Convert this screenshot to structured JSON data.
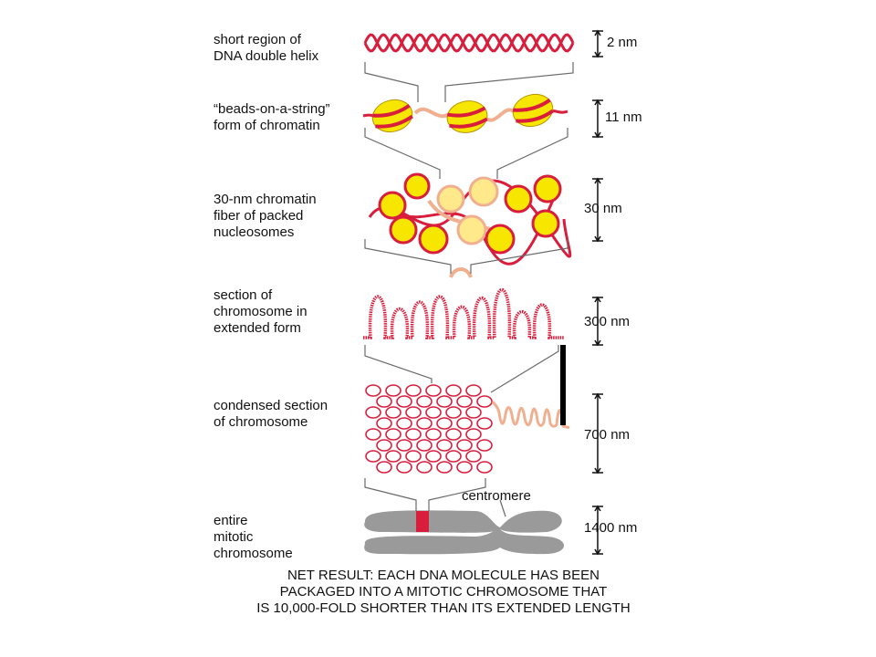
{
  "colors": {
    "dna": "#d81e3c",
    "dna_light": "#f0b090",
    "histone": "#f7e600",
    "histone_edge": "#b89400",
    "chromosome": "#9a9a9a",
    "bar": "#000000"
  },
  "stages": [
    {
      "label_lines": [
        "short region of",
        "DNA double helix"
      ],
      "scale": "2 nm"
    },
    {
      "label_lines": [
        "“beads-on-a-string”",
        "form of chromatin"
      ],
      "scale": "11 nm"
    },
    {
      "label_lines": [
        "30-nm chromatin",
        "fiber of packed",
        "nucleosomes"
      ],
      "scale": "30 nm"
    },
    {
      "label_lines": [
        "section of",
        "chromosome in",
        "extended form"
      ],
      "scale": "300 nm"
    },
    {
      "label_lines": [
        "condensed section",
        "of chromosome"
      ],
      "scale": "700 nm"
    },
    {
      "label_lines": [
        "entire",
        "mitotic",
        "chromosome"
      ],
      "scale": "1400 nm"
    }
  ],
  "centromere_label": "centromere",
  "summary_lines": [
    "NET RESULT: EACH DNA MOLECULE HAS BEEN",
    "PACKAGED INTO A MITOTIC CHROMOSOME THAT",
    "IS 10,000-FOLD SHORTER THAN ITS EXTENDED LENGTH"
  ]
}
